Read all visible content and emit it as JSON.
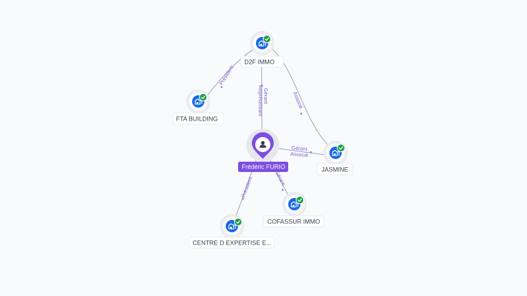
{
  "nodes": {
    "d2f": {
      "label": "D2F IMMO",
      "icon": "building-icon",
      "verified": true
    },
    "fta": {
      "label": "FTA BUILDING",
      "icon": "building-icon",
      "verified": true
    },
    "jasmine": {
      "label": "JASMINE",
      "icon": "building-icon",
      "verified": true
    },
    "cofassur": {
      "label": "COFASSUR IMMO",
      "icon": "building-icon",
      "verified": true
    },
    "centre": {
      "label": "CENTRE D EXPERTISE E...",
      "icon": "building-icon",
      "verified": true
    },
    "person": {
      "label": "Frédéric FURIO",
      "icon": "person-icon"
    }
  },
  "edges": {
    "d2f_fta": "Président",
    "d2f_person_1": "Gérant",
    "d2f_person_2": "Représentant",
    "d2f_jasmine": "Associé",
    "person_jasmine_1": "Gérant",
    "person_jasmine_2": "Associé",
    "person_centre": "Président",
    "person_cofassur": "Gérant"
  },
  "colors": {
    "company_node": "#1769e6",
    "verified_badge": "#1e9e4a",
    "person_pin": "#7d4ee0",
    "edge_label": "#6e6ad0"
  }
}
